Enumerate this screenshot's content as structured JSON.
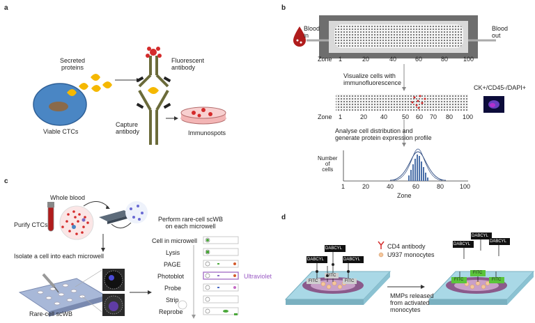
{
  "panel_a": {
    "letter": "a",
    "secreted_proteins": "Secreted\nproteins",
    "fluorescent_antibody": "Fluorescent\nantibody",
    "viable_ctcs": "Viable CTCs",
    "capture_antibody": "Capture\nantibody",
    "immunospots": "Immunospots"
  },
  "panel_b": {
    "letter": "b",
    "blood_in": "Blood\nin",
    "blood_out": "Blood\nout",
    "zone_label": "Zone",
    "zone_ticks": [
      "1",
      "20",
      "40",
      "60",
      "80",
      "100"
    ],
    "zone_ticks_lower": [
      "1",
      "20",
      "40",
      "50",
      "60",
      "70",
      "80",
      "100"
    ],
    "visualize": "Visualize cells with\nimmunofluorescence",
    "marker": "CK+/CD45-/DAPI+",
    "analyse": "Analyse cell distribution and\ngenerate protein expression profile",
    "hist_ylabel": "Number\nof\ncells",
    "hist_xlabel": "Zone",
    "hist_xticks": [
      "1",
      "20",
      "40",
      "60",
      "80",
      "100"
    ]
  },
  "panel_c": {
    "letter": "c",
    "whole_blood": "Whole blood",
    "purify": "Purify CTCs",
    "isolate": "Isolate a cell into each microwell",
    "rare_cell": "Rare-cell scWB",
    "perform": "Perform rare-cell scWB\non each microwell",
    "steps": [
      "Cell in microwell",
      "Lysis",
      "PAGE",
      "Photoblot",
      "Probe",
      "Strip",
      "Reprobe"
    ],
    "ultraviolet": "Ultraviolet"
  },
  "panel_d": {
    "letter": "d",
    "legend_cd4": "CD4 antibody",
    "legend_u937": "U937 monocytes",
    "dabcyl": "DABCYL",
    "fitc": "FITC",
    "mmps": "MMPs released\nfrom activated\nmonocytes"
  },
  "colors": {
    "cell_blue": "#4a86c4",
    "yellow": "#f5b800",
    "red": "#d42b2b",
    "antibody": "#6b6b3a",
    "slide": "#a9d8e6",
    "ring": "#8b5a8b",
    "fitc_green": "#5ac43a",
    "chip_gray": "#6e6e6e"
  }
}
